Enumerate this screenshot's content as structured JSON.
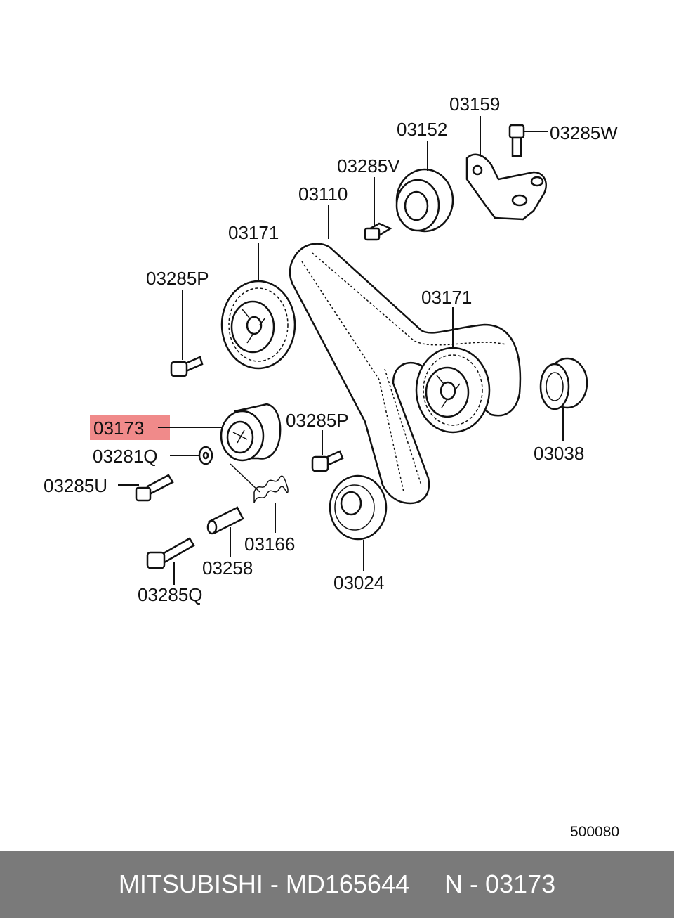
{
  "labels": {
    "p03159": "03159",
    "p03152": "03152",
    "p03285W": "03285W",
    "p03285V": "03285V",
    "p03110": "03110",
    "p03171_top": "03171",
    "p03285P_left": "03285P",
    "p03171_right": "03171",
    "p03173": "03173",
    "p03285P_mid": "03285P",
    "p03281Q": "03281Q",
    "p03285U": "03285U",
    "p03038": "03038",
    "p03166": "03166",
    "p03258": "03258",
    "p03024": "03024",
    "p03285Q": "03285Q"
  },
  "diagram_id": "500080",
  "footer": {
    "brand": "MITSUBISHI",
    "sep1": " - ",
    "part_number": "MD165644",
    "spacer": "     ",
    "ref_prefix": "N",
    "sep2": " - ",
    "ref_number": "03173"
  },
  "colors": {
    "highlight": "#f08a8a",
    "footer_bg": "#7a7a7a",
    "footer_text": "#ffffff"
  }
}
